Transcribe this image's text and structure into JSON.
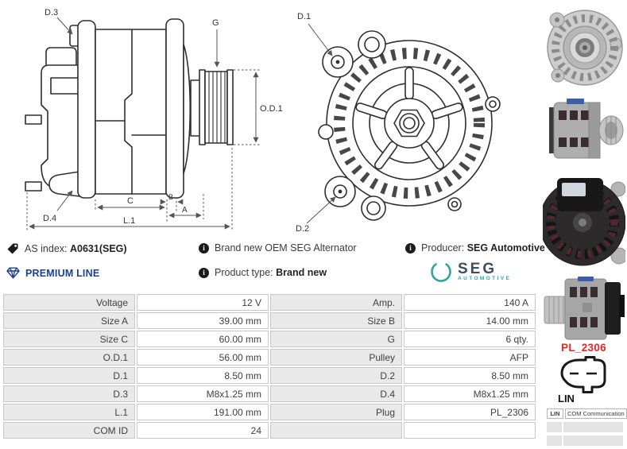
{
  "product": {
    "as_index_label": "AS index:",
    "as_index_value": "A0631(SEG)",
    "premium_line": "PREMIUM LINE",
    "description": "Brand new OEM SEG Alternator",
    "product_type_label": "Product type:",
    "product_type_value": "Brand new",
    "producer_label": "Producer:",
    "producer_value": "SEG Automotive"
  },
  "icons": {
    "info_glyph": "i"
  },
  "brand_logo": {
    "name": "SEG",
    "subtitle": "AUTOMOTIVE"
  },
  "diagram_side": {
    "labels": {
      "d3": "D.3",
      "g": "G",
      "od1": "O.D.1",
      "d4": "D.4",
      "c": "C",
      "b": "B",
      "a": "A",
      "l1": "L.1"
    }
  },
  "diagram_front": {
    "labels": {
      "d1": "D.1",
      "d2": "D.2"
    }
  },
  "spec_table": {
    "rows": [
      {
        "l1": "Voltage",
        "v1": "12 V",
        "l2": "Amp.",
        "v2": "140 A"
      },
      {
        "l1": "Size A",
        "v1": "39.00 mm",
        "l2": "Size B",
        "v2": "14.00 mm"
      },
      {
        "l1": "Size C",
        "v1": "60.00 mm",
        "l2": "G",
        "v2": "6 qty."
      },
      {
        "l1": "O.D.1",
        "v1": "56.00 mm",
        "l2": "Pulley",
        "v2": "AFP"
      },
      {
        "l1": "D.1",
        "v1": "8.50 mm",
        "l2": "D.2",
        "v2": "8.50 mm"
      },
      {
        "l1": "D.3",
        "v1": "M8x1.25 mm",
        "l2": "D.4",
        "v2": "M8x1.25 mm"
      },
      {
        "l1": "L.1",
        "v1": "191.00 mm",
        "l2": "Plug",
        "v2": "PL_2306"
      },
      {
        "l1": "COM ID",
        "v1": "24",
        "l2": "",
        "v2": ""
      }
    ]
  },
  "plug": {
    "code": "PL_2306",
    "type": "LIN",
    "pin_table": {
      "key": "LIN",
      "value": "COM Communication"
    }
  },
  "colors": {
    "premium_blue": "#1c3f94",
    "plug_red": "#e32526",
    "seg_teal": "#2fa79c",
    "seg_dark": "#3d4e61",
    "label_cell_bg": "#e9e9e9",
    "table_border": "#c8c8c8"
  }
}
